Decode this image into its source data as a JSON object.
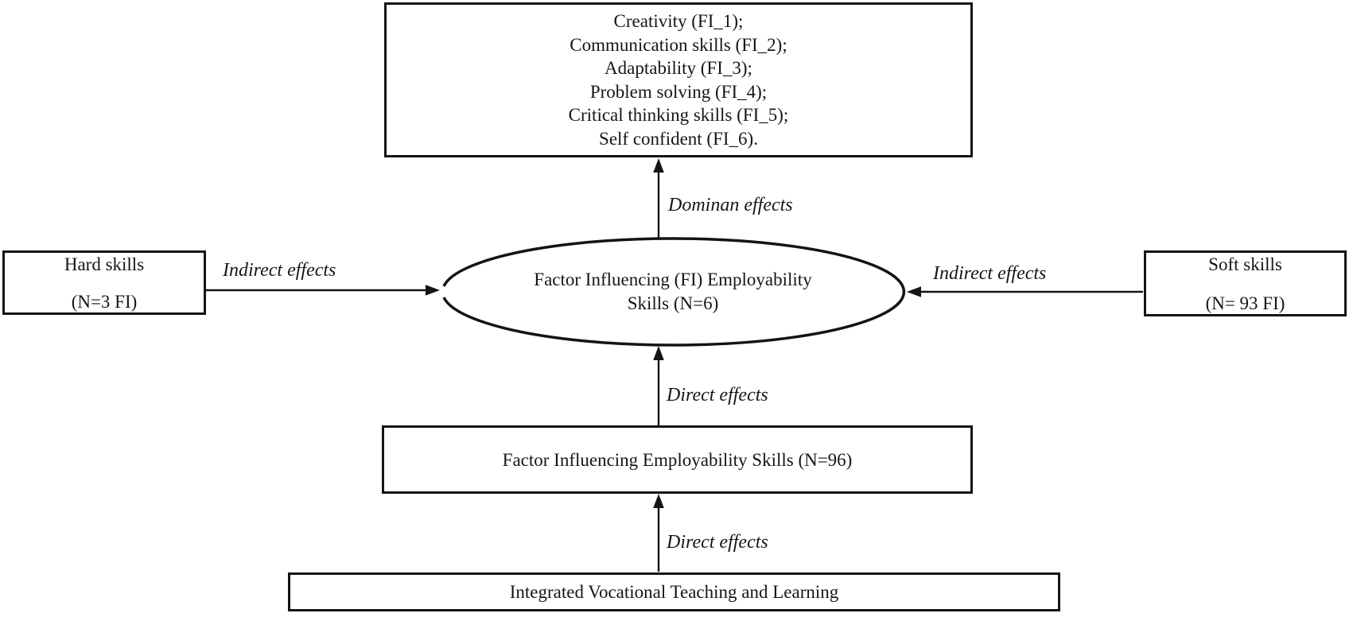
{
  "diagram": {
    "top_box": {
      "lines": [
        "Creativity (FI_1);",
        "Communication skills (FI_2);",
        "Adaptability (FI_3);",
        "Problem solving (FI_4);",
        "Critical thinking skills (FI_5);",
        "Self confident (FI_6)."
      ]
    },
    "ellipse": {
      "line1": "Factor Influencing (FI) Employability",
      "line2": "Skills (N=6)"
    },
    "left_box": {
      "title": "Hard skills",
      "subtitle": "(N=3 FI)"
    },
    "right_box": {
      "title": "Soft skills",
      "subtitle": "(N= 93 FI)"
    },
    "mid_box": {
      "label": "Factor Influencing Employability Skills (N=96)"
    },
    "bottom_box": {
      "label": "Integrated Vocational Teaching and Learning"
    },
    "arrow_labels": {
      "dominan": "Dominan effects",
      "indirect_left": "Indirect effects",
      "indirect_right": "Indirect effects",
      "direct_upper": "Direct effects",
      "direct_lower": "Direct effects"
    },
    "colors": {
      "stroke": "#141414",
      "text": "#161616",
      "background": "#ffffff"
    }
  }
}
